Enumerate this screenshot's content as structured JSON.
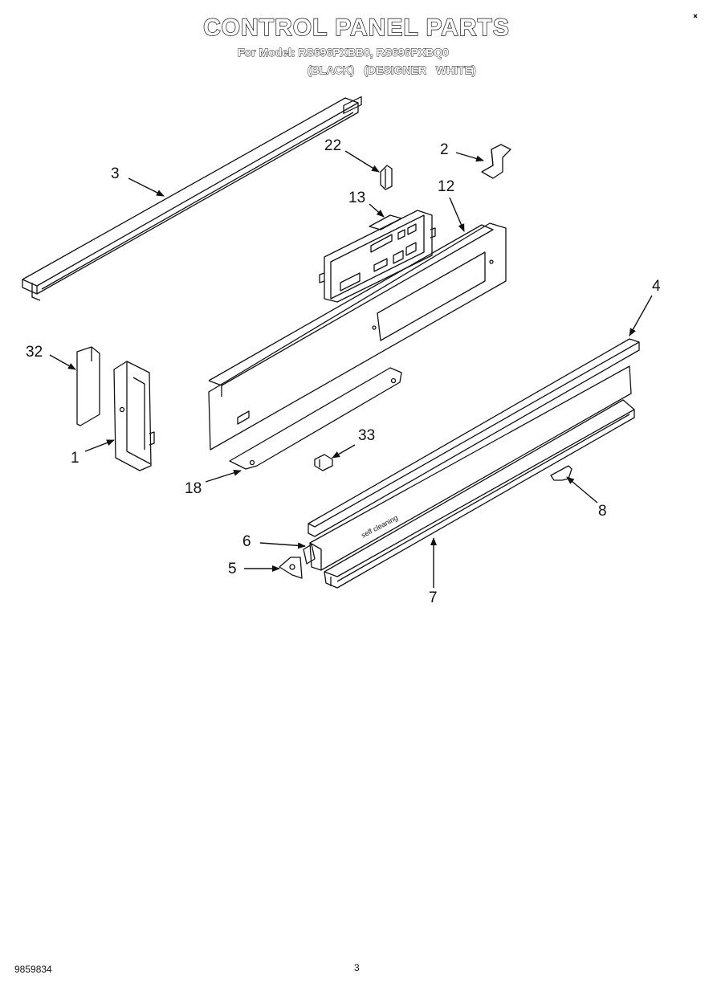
{
  "header": {
    "title": "CONTROL PANEL PARTS",
    "model_line": "For Model: RS696PXBB0, RS696PXBQ0",
    "color_line": "(BLACK)   (DESIGNER WHITE)"
  },
  "parts": [
    {
      "id": "1"
    },
    {
      "id": "2"
    },
    {
      "id": "3"
    },
    {
      "id": "4"
    },
    {
      "id": "5"
    },
    {
      "id": "6"
    },
    {
      "id": "7"
    },
    {
      "id": "8"
    },
    {
      "id": "12"
    },
    {
      "id": "13"
    },
    {
      "id": "18"
    },
    {
      "id": "22"
    },
    {
      "id": "32"
    },
    {
      "id": "33"
    }
  ],
  "panel_stamp": "self cleaning",
  "footer": {
    "doc_number": "9859834",
    "page_number": "3"
  }
}
